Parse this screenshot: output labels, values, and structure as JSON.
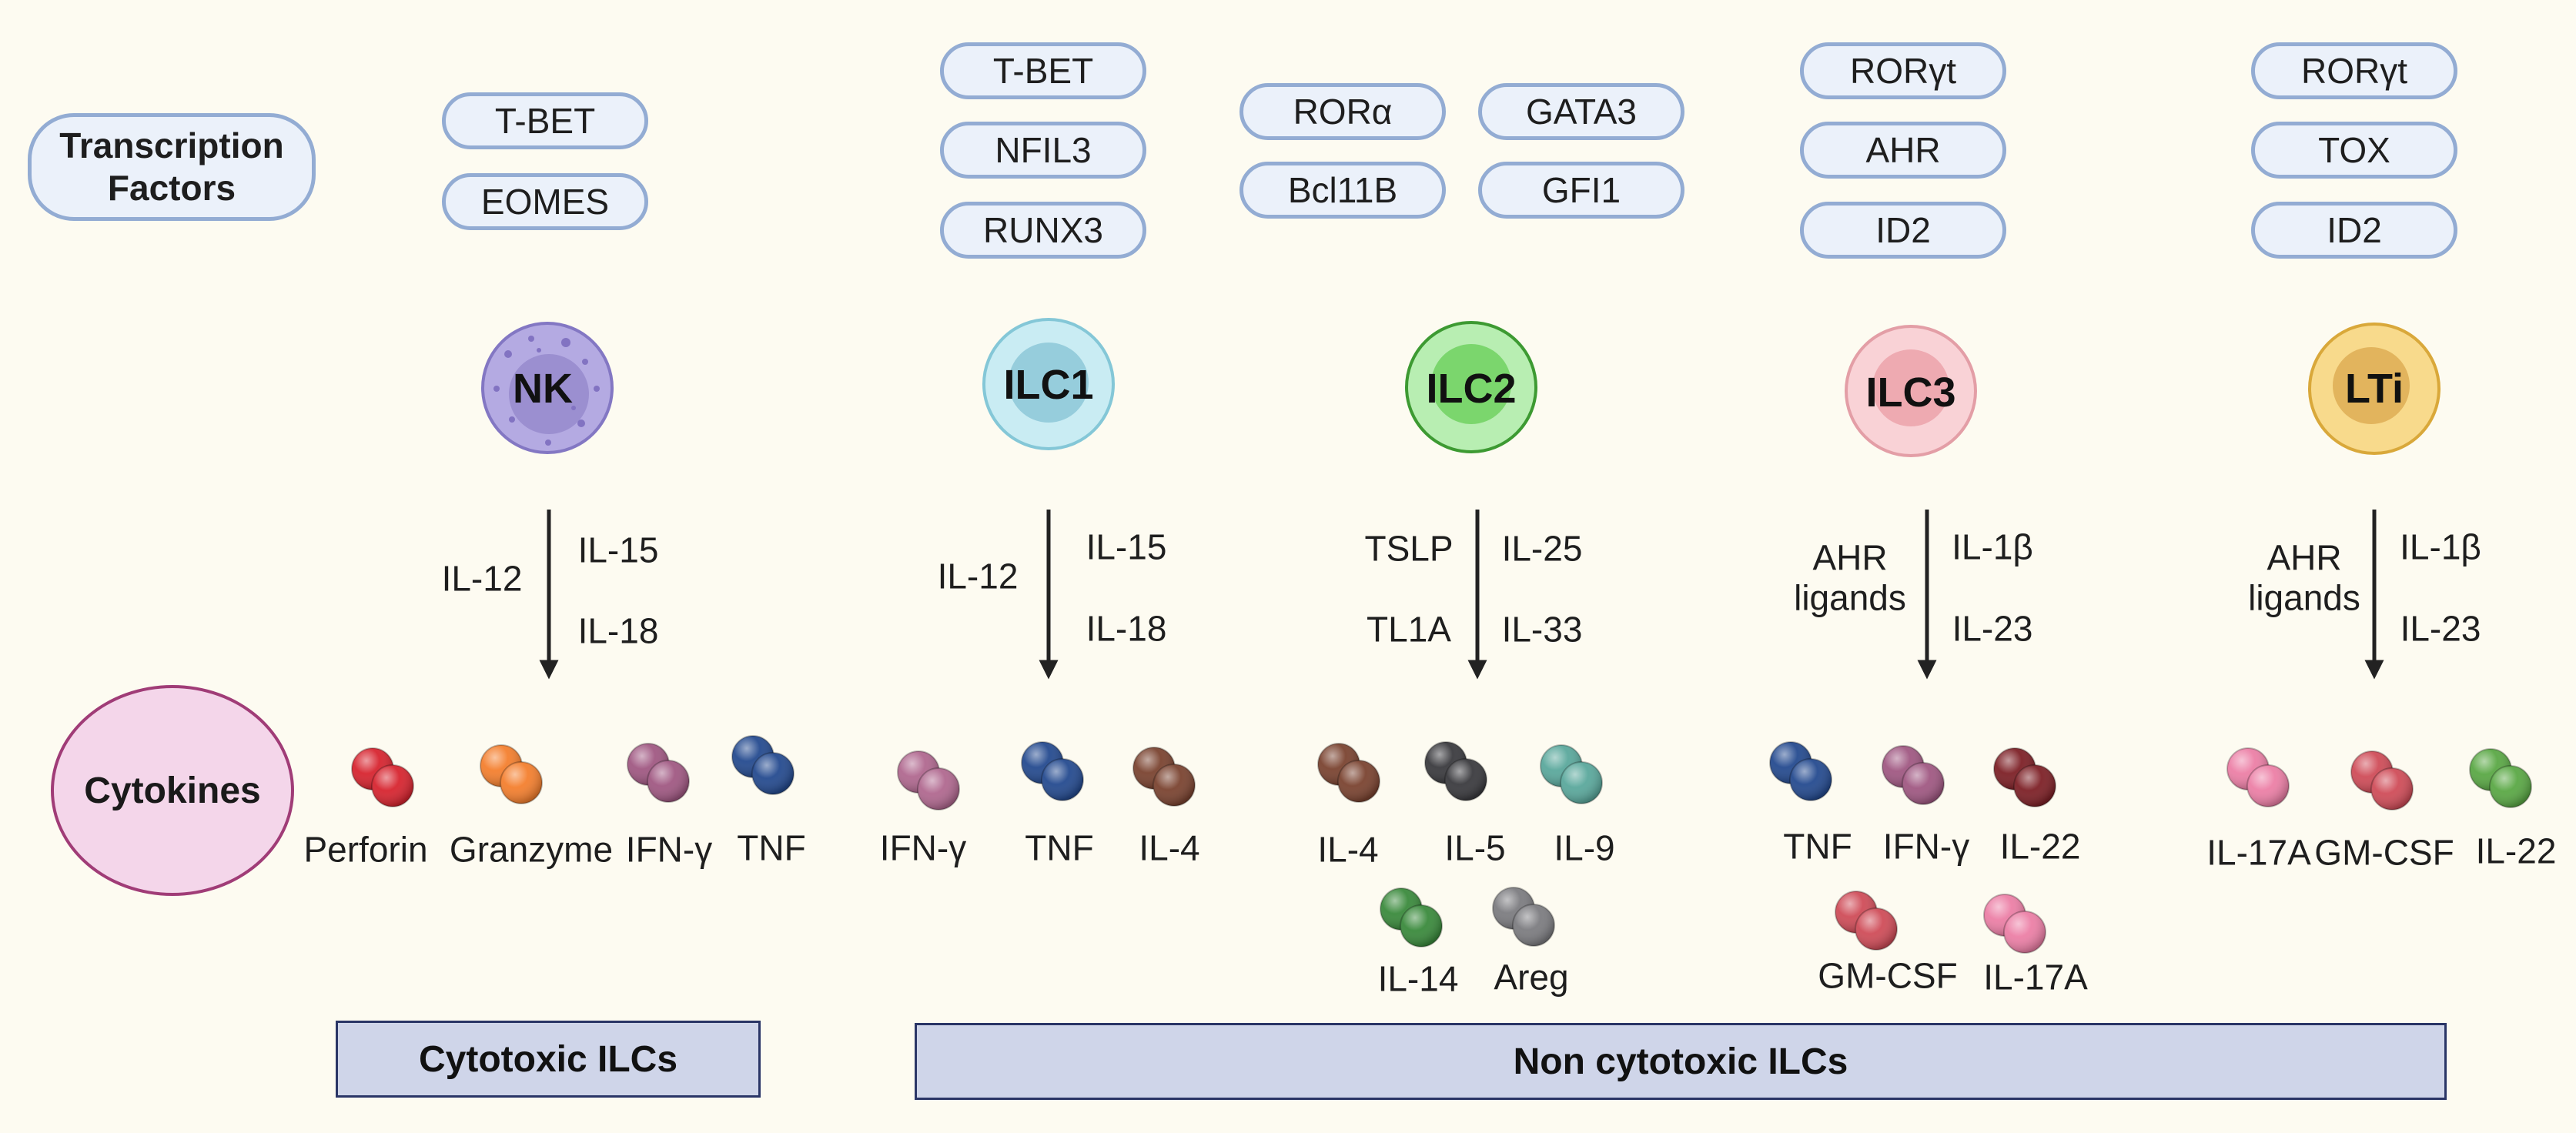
{
  "header": {
    "transcription_factors": "Transcription Factors",
    "cytokines": "Cytokines"
  },
  "groups": [
    {
      "id": "nk",
      "cell": "NK",
      "factors": [
        "T-BET",
        "EOMES"
      ],
      "inducers_left": "IL-12",
      "inducers_right": [
        "IL-15",
        "IL-18"
      ],
      "cytokines": [
        {
          "label": "Perforin",
          "color": "#d7242f"
        },
        {
          "label": "Granzyme",
          "color": "#f47f2e"
        },
        {
          "label": "IFN-γ",
          "color": "#a05882"
        },
        {
          "label": "TNF",
          "color": "#244a8f"
        }
      ]
    },
    {
      "id": "ilc1",
      "cell": "ILC1",
      "factors": [
        "T-BET",
        "NFIL3",
        "RUNX3"
      ],
      "inducers_left": "IL-12",
      "inducers_right": [
        "IL-15",
        "IL-18"
      ],
      "cytokines": [
        {
          "label": "IFN-γ",
          "color": "#b0688f"
        },
        {
          "label": "TNF",
          "color": "#244a8f"
        },
        {
          "label": "IL-4",
          "color": "#7a4330"
        }
      ]
    },
    {
      "id": "ilc2",
      "cell": "ILC2",
      "factors": [
        "RORα",
        "GATA3",
        "Bcl11B",
        "GFI1"
      ],
      "inducers_left": [
        "TSLP",
        "TL1A"
      ],
      "inducers_right": [
        "IL-25",
        "IL-33"
      ],
      "cytokines": [
        {
          "label": "IL-4",
          "color": "#7a4330"
        },
        {
          "label": "IL-5",
          "color": "#3a3a3e"
        },
        {
          "label": "IL-9",
          "color": "#5aa89c"
        },
        {
          "label": "IL-14",
          "color": "#3a8a3c"
        },
        {
          "label": "Areg",
          "color": "#7c7c80"
        }
      ]
    },
    {
      "id": "ilc3",
      "cell": "ILC3",
      "factors": [
        "RORγt",
        "AHR",
        "ID2"
      ],
      "inducers_left": [
        "AHR",
        "ligands"
      ],
      "inducers_right": [
        "IL-1β",
        "IL-23"
      ],
      "cytokines": [
        {
          "label": "TNF",
          "color": "#244a8f"
        },
        {
          "label": "IFN-γ",
          "color": "#a05882"
        },
        {
          "label": "IL-22",
          "color": "#7d2026"
        },
        {
          "label": "GM-CSF",
          "color": "#cf4c58"
        },
        {
          "label": "IL-17A",
          "color": "#ec7fa6"
        }
      ]
    },
    {
      "id": "lti",
      "cell": "LTi",
      "factors": [
        "RORγt",
        "TOX",
        "ID2"
      ],
      "inducers_left": [
        "AHR",
        "ligands"
      ],
      "inducers_right": [
        "IL-1β",
        "IL-23"
      ],
      "cytokines": [
        {
          "label": "IL-17A",
          "color": "#ec7fa6"
        },
        {
          "label": "GM-CSF",
          "color": "#cf4c58"
        },
        {
          "label": "IL-22",
          "color": "#5aa845"
        }
      ]
    }
  ],
  "categories": {
    "cytotoxic": "Cytotoxic ILCs",
    "non_cytotoxic": "Non cytotoxic ILCs"
  },
  "colors": {
    "nk": "#a497d8",
    "ilc1": "#bfe7f0",
    "ilc2": "#9be48f",
    "ilc3": "#f7c6cb",
    "lti": "#f7d47c",
    "pill_border": "#93acd3",
    "pill_fill": "#ebf1fa",
    "background": "#fdfbf1"
  }
}
